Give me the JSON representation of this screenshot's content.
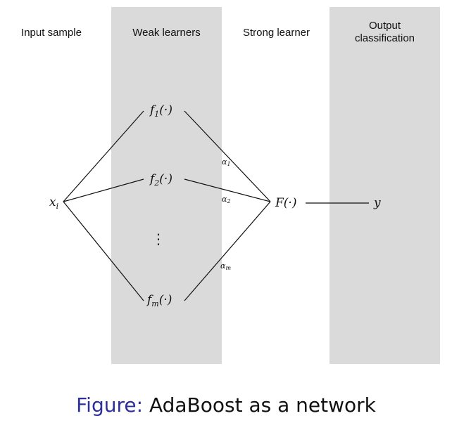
{
  "columns": {
    "input": "Input sample",
    "weak": "Weak learners",
    "strong": "Strong learner",
    "output_line1": "Output",
    "output_line2": "classification"
  },
  "nodes": {
    "input_base": "x",
    "input_sub": "i",
    "weak": [
      {
        "base": "f",
        "sub": "1",
        "arg": "(·)"
      },
      {
        "base": "f",
        "sub": "2",
        "arg": "(·)"
      },
      {
        "base": "f",
        "sub": "m",
        "arg": "(·)"
      }
    ],
    "ellipsis": "⋮",
    "strong": "F(·)",
    "output": "y"
  },
  "weights": [
    {
      "base": "α",
      "sub": "1"
    },
    {
      "base": "α",
      "sub": "2"
    },
    {
      "base": "α",
      "sub": "m"
    }
  ],
  "caption": {
    "prefix": "Figure:",
    "text": "AdaBoost as a network"
  }
}
